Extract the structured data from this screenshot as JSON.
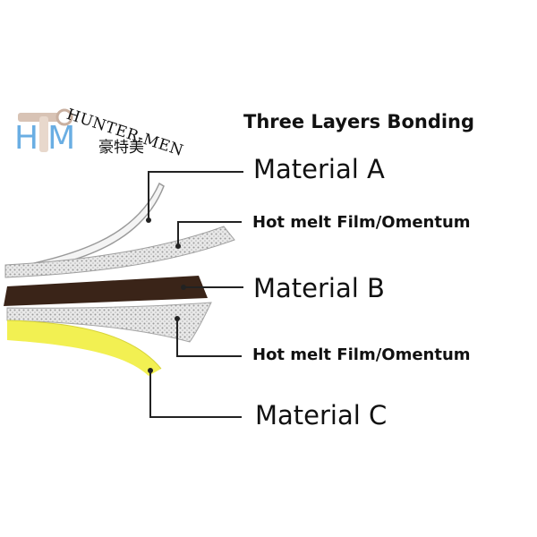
{
  "logo": {
    "letters": "HM",
    "brand": "HUNTER-MEN",
    "chinese": "豪特美",
    "colors": {
      "letters": "#6aaee3",
      "tape": "#d8c3b5"
    }
  },
  "title": "Three Layers Bonding",
  "labels": {
    "material_a": "Material A",
    "film_top": "Hot melt Film/Omentum",
    "material_b": "Material B",
    "film_bottom": "Hot melt Film/Omentum",
    "material_c": "Material C"
  },
  "colors": {
    "material_a": "#f4f4f4",
    "film": "#c9c9c9",
    "material_b": "#3a2418",
    "material_c": "#f2f052",
    "leader": "#222222"
  }
}
